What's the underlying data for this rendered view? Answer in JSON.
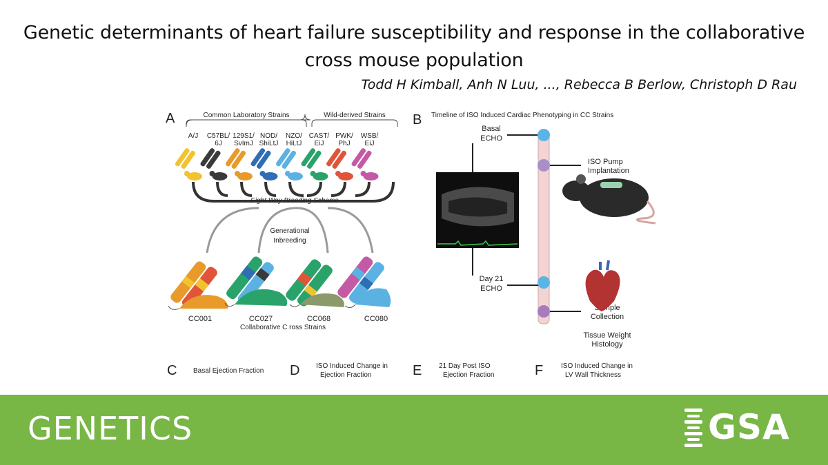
{
  "paper": {
    "title_line1": "Genetic determinants of heart failure susceptibility and response in the collaborative",
    "title_line2": "cross mouse population",
    "authors": "Todd H Kimball, Anh N Luu, ..., Rebecca B Berlow, Christoph D Rau"
  },
  "figure": {
    "panel_a": {
      "letter": "A",
      "group_common": "Common Laboratory Strains",
      "group_wild": "Wild-derived Strains",
      "strains": [
        {
          "line1": "A/J",
          "line2": "",
          "color": "#f2c230"
        },
        {
          "line1": "C57BL/",
          "line2": "6J",
          "color": "#3a3a3a"
        },
        {
          "line1": "129S1/",
          "line2": "SvImJ",
          "color": "#e89a2a"
        },
        {
          "line1": "NOD/",
          "line2": "ShiLtJ",
          "color": "#2f6db5"
        },
        {
          "line1": "NZO/",
          "line2": "HiLtJ",
          "color": "#5bb2e2"
        },
        {
          "line1": "CAST/",
          "line2": "EiJ",
          "color": "#2aa36b"
        },
        {
          "line1": "PWK/",
          "line2": "PhJ",
          "color": "#e0553a"
        },
        {
          "line1": "WSB/",
          "line2": "EiJ",
          "color": "#c45aa6"
        }
      ],
      "breeding_label": "Eight Way Breeding Scheme",
      "inbreeding_line1": "Generational",
      "inbreeding_line2": "Inbreeding",
      "cc_strains": [
        "CC001",
        "CC027",
        "CC068",
        "CC080"
      ],
      "cc_caption": "Collaborative C ross Strains"
    },
    "panel_b": {
      "letter": "B",
      "title": "Timeline of ISO Induced Cardiac Phenotyping in CC Strains",
      "basal_line1": "Basal",
      "basal_line2": "ECHO",
      "pump_line1": "ISO Pump",
      "pump_line2": "Implantation",
      "day21_line1": "Day 21",
      "day21_line2": "ECHO",
      "sample_line1": "Sample",
      "sample_line2": "Collection",
      "tissue_line1": "Tissue Weight",
      "tissue_line2": "Histology"
    },
    "panels_bottom": [
      {
        "letter": "C",
        "line1": "Basal Ejection Fraction",
        "line2": ""
      },
      {
        "letter": "D",
        "line1": "ISO Induced Change in",
        "line2": "Ejection Fraction"
      },
      {
        "letter": "E",
        "line1": "21 Day Post ISO",
        "line2": "Ejection Fraction"
      },
      {
        "letter": "F",
        "line1": "ISO Induced Change in",
        "line2": "LV Wall Thickness"
      }
    ]
  },
  "footer": {
    "journal": "GENETICS",
    "logo": "GSA",
    "logo_icon": "dna-helix-icon",
    "background": "#78b645"
  }
}
